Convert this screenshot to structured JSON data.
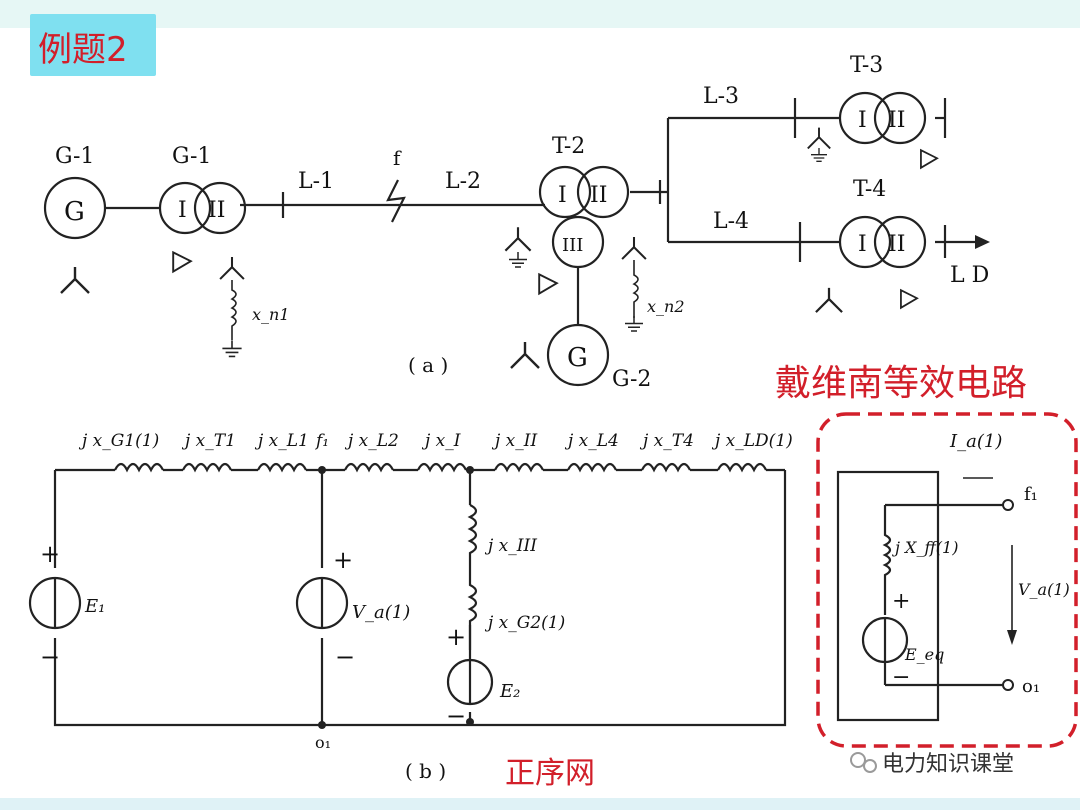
{
  "title": "例题2",
  "diagram_a": {
    "caption": "( a )",
    "gen1": {
      "label": "G-1",
      "symbol": "G"
    },
    "t1": {
      "label": "G-1",
      "w1": "I",
      "w2": "II",
      "reactor": "x_n1"
    },
    "l1": "L-1",
    "fault": "f",
    "l2": "L-2",
    "t2": {
      "label": "T-2",
      "w1": "I",
      "w2": "II",
      "w3": "III",
      "reactor": "x_n2"
    },
    "gen2": {
      "label": "G-2",
      "symbol": "G"
    },
    "l3": "L-3",
    "t3": {
      "label": "T-3",
      "w1": "I",
      "w2": "II"
    },
    "l4": "L-4",
    "t4": {
      "label": "T-4",
      "w1": "I",
      "w2": "II"
    },
    "load": "L D"
  },
  "diagram_b": {
    "caption": "( b )",
    "subtitle": "正序网",
    "reactances": {
      "g1": "j x_G1(1)",
      "t1": "j x_T1",
      "l1": "j x_L1",
      "f1": "f₁",
      "l2": "j x_L2",
      "xi": "j x_I",
      "xii": "j x_II",
      "l4": "j x_L4",
      "t4": "j x_T4",
      "ld": "j x_LD(1)",
      "xiii": "j x_III",
      "g2": "j x_G2(1)"
    },
    "sources": {
      "e1": "E₁",
      "va": "V_a(1)",
      "e2": "E₂"
    },
    "node_o": "o₁",
    "plus": "+",
    "minus": "−"
  },
  "thevenin": {
    "title": "戴维南等效电路",
    "current": "I_a(1)",
    "impedance": "j X_ff(1)",
    "source": "E_eq",
    "voltage": "V_a(1)",
    "terminal_f": "f₁",
    "terminal_o": "o₁"
  },
  "watermark": "电力知识课堂"
}
